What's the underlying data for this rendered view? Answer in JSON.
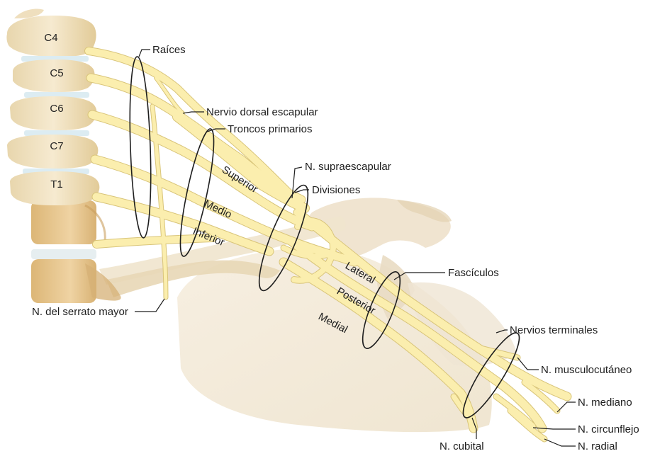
{
  "vertebrae": [
    "C4",
    "C5",
    "C6",
    "C7",
    "T1"
  ],
  "labels": {
    "raices": "Raíces",
    "dorsal_escapular": "Nervio dorsal escapular",
    "troncos": "Troncos primarios",
    "supraescapular": "N. supraescapular",
    "divisiones": "Divisiones",
    "fasciculos": "Fascículos",
    "nervios_terminales": "Nervios terminales",
    "musculocutaneo": "N. musculocutáneo",
    "mediano": "N. mediano",
    "circunflejo": "N. circunflejo",
    "radial": "N. radial",
    "cubital": "N. cubital",
    "serrato": "N. del serrato mayor"
  },
  "trunks": {
    "superior": "Superior",
    "medio": "Medio",
    "inferior": "Inferior"
  },
  "cords": {
    "lateral": "Lateral",
    "posterior": "Posterior",
    "medial": "Medial"
  },
  "colors": {
    "bone": "#f3e4c4",
    "bone_shadow": "#d9bf8d",
    "disc": "#dcecf2",
    "nerve": "#fbeeae",
    "nerve_edge": "#d9c57a",
    "text": "#1e1e1e"
  }
}
